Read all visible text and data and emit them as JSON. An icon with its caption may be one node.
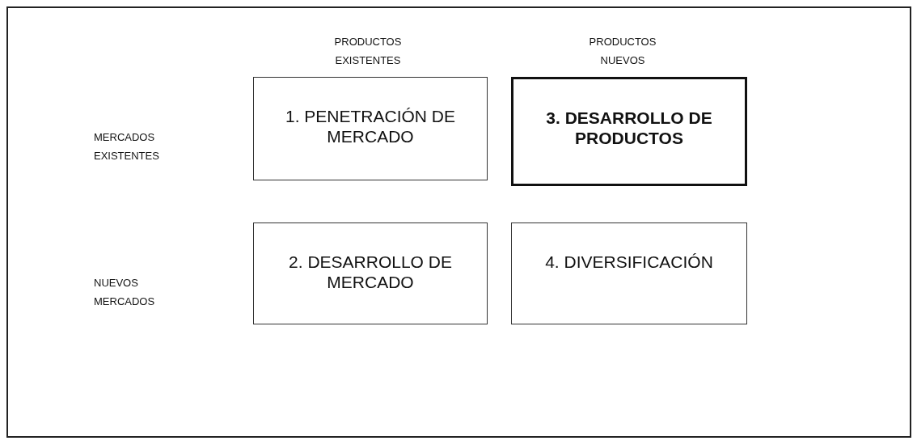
{
  "diagram": {
    "nodes": [
      {
        "text": [
          "1. PENETRACIÓN DE MERCADO"
        ]
      },
      {
        "text": [
          "3. DESARROLLO DE PRODUCTOS"
        ]
      },
      {
        "text": [
          "2. DESARROLLO DE MERCADO"
        ]
      },
      {
        "text": [
          "4. DIVERSIFICACIÓN"
        ]
      }
    ],
    "labels": [
      "PRODUCTOS EXISTENTES",
      "PRODUCTOS NUEVOS",
      "MERCADOS EXISTENTES",
      "NUEVOS MERCADOS"
    ]
  }
}
